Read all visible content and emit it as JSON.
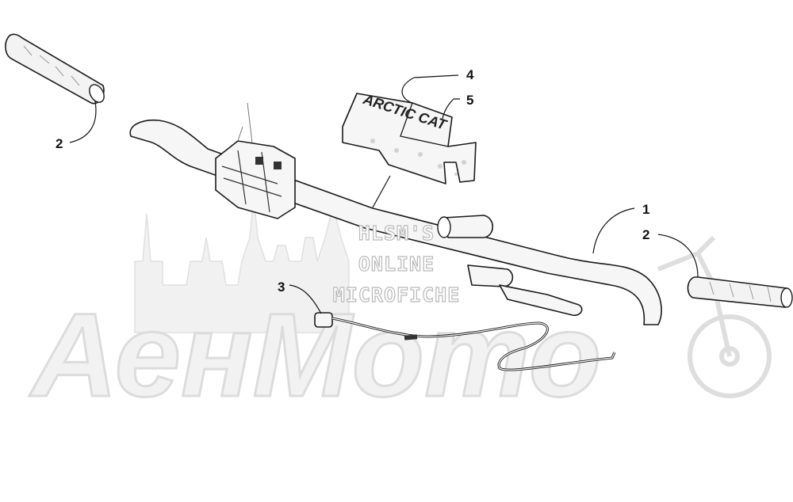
{
  "watermark": {
    "lines": [
      "HLSM'S",
      "ONLINE",
      "MICROFICHE"
    ],
    "brand": "АенМото"
  },
  "pad_lettering": "ARCTIC CAT",
  "callouts": [
    {
      "label": "1"
    },
    {
      "label": "2"
    },
    {
      "label": "2"
    },
    {
      "label": "3"
    },
    {
      "label": "4"
    },
    {
      "label": "5"
    }
  ]
}
